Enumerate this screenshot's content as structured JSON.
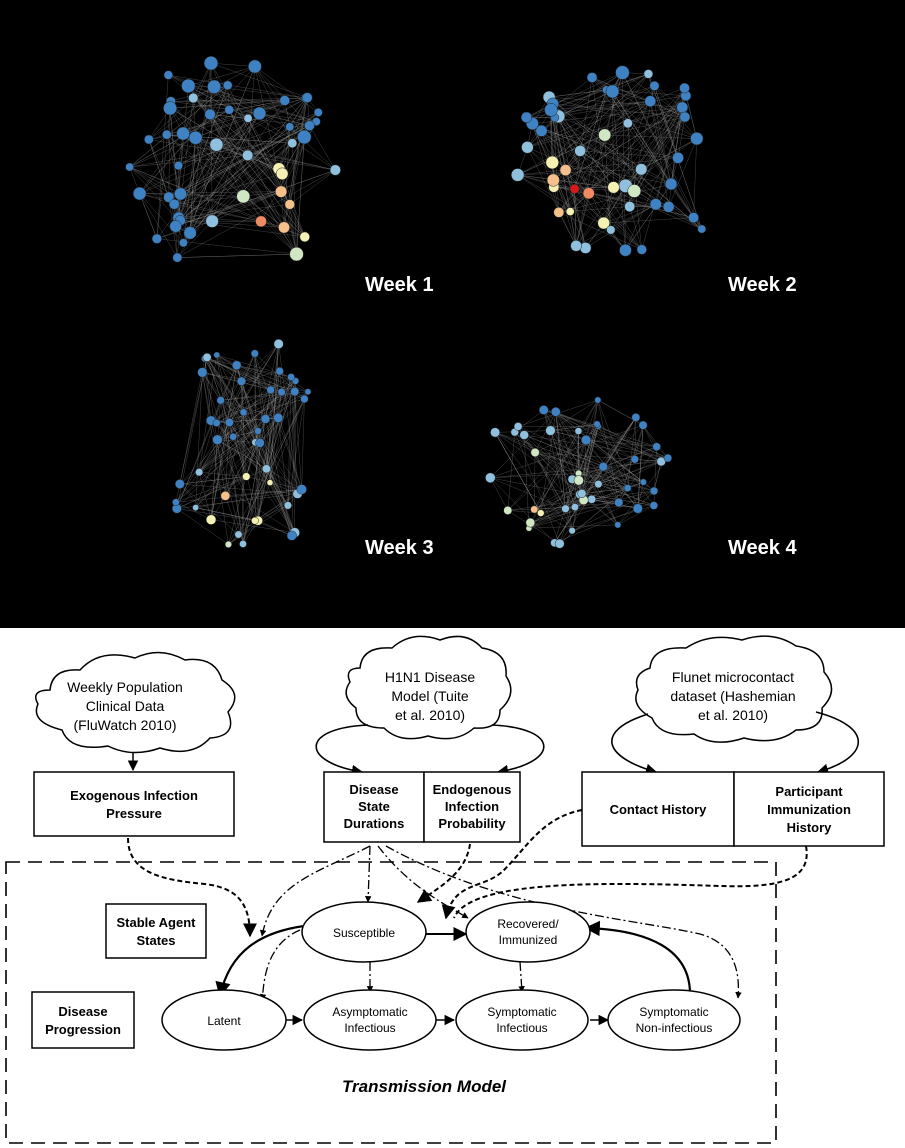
{
  "networks": [
    {
      "label": "Week 1"
    },
    {
      "label": "Week 2"
    },
    {
      "label": "Week 3"
    },
    {
      "label": "Week 4"
    }
  ],
  "node_colors": {
    "blue": "#3f82c3",
    "light_blue": "#8fc1df",
    "pale_green": "#cfe7c3",
    "pale_yellow": "#f4f1b3",
    "peach": "#f5c08c",
    "salmon": "#ef8a62",
    "red": "#d7191c"
  },
  "sources": {
    "population": [
      "Weekly Population",
      "Clinical Data",
      "(FluWatch 2010)"
    ],
    "h1n1": [
      "H1N1 Disease",
      "Model (Tuite",
      "et al. 2010)"
    ],
    "flunet": [
      "Flunet microcontact",
      "dataset (Hashemian",
      "et al. 2010)"
    ]
  },
  "boxes": {
    "exogenous": [
      "Exogenous Infection",
      "Pressure"
    ],
    "durations": [
      "Disease",
      "State",
      "Durations"
    ],
    "endogenous": [
      "Endogenous",
      "Infection",
      "Probability"
    ],
    "contact": [
      "Contact History"
    ],
    "immunization": [
      "Participant",
      "Immunization",
      "History"
    ],
    "stable": [
      "Stable Agent",
      "States"
    ],
    "progression": [
      "Disease",
      "Progression"
    ]
  },
  "states": {
    "susceptible": [
      "Susceptible"
    ],
    "recovered": [
      "Recovered/",
      "Immunized"
    ],
    "latent": [
      "Latent"
    ],
    "asymptomatic": [
      "Asymptomatic",
      "Infectious"
    ],
    "symptomatic_inf": [
      "Symptomatic",
      "Infectious"
    ],
    "symptomatic_non": [
      "Symptomatic",
      "Non-infectious"
    ]
  },
  "model_title": "Transmission Model"
}
